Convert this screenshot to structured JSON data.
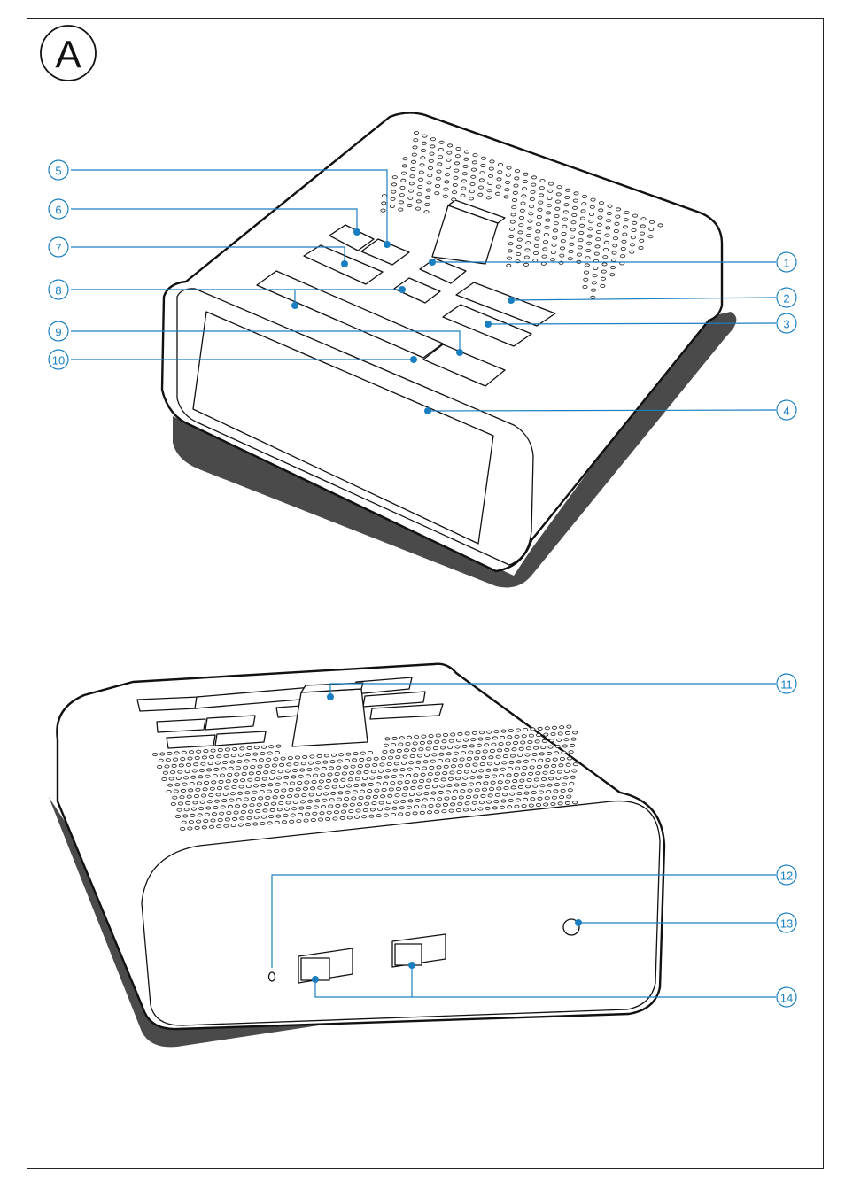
{
  "figure": {
    "label": "A"
  },
  "callouts": {
    "c1": "1",
    "c2": "2",
    "c3": "3",
    "c4": "4",
    "c5": "5",
    "c6": "6",
    "c7": "7",
    "c8": "8",
    "c9": "9",
    "c10": "10",
    "c11": "11",
    "c12": "12",
    "c13": "13",
    "c14": "14"
  },
  "colors": {
    "callout": "#1a7fc1",
    "outline": "#111111",
    "shadow": "#4a4a4a"
  }
}
